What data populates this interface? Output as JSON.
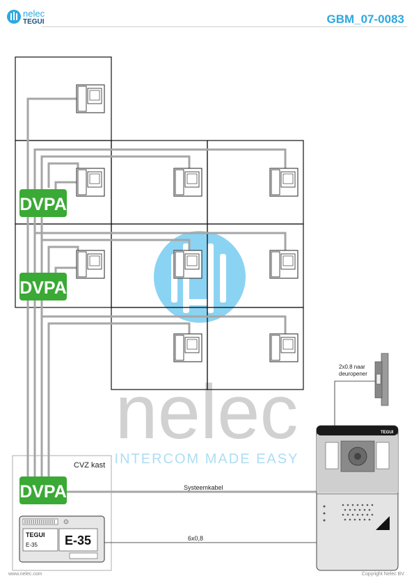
{
  "header": {
    "brand_line1": "nelec",
    "brand_line2": "TEGUI",
    "doc_code": "GBM_07-0083"
  },
  "labels": {
    "dvpa": "DVPA",
    "cvz_kast": "CVZ kast",
    "systeemkabel": "Systeemkabel",
    "cable_6x08": "6x0,8",
    "door_opener_1": "2x0.8 naar",
    "door_opener_2": "deuropener",
    "psu_brand": "TEGUI",
    "psu_small": "E-35",
    "psu_model": "E-35",
    "panel_brand": "TEGUI"
  },
  "watermark": {
    "word": "nelec",
    "tagline": "INTERCOM MADE EASY"
  },
  "footer": {
    "left": "www.nelec.com",
    "right": "Copyright Nelec BV"
  },
  "colors": {
    "accent": "#2ea8e0",
    "dvpa_green": "#3aa935",
    "wire_gray": "#a6a6a6"
  }
}
